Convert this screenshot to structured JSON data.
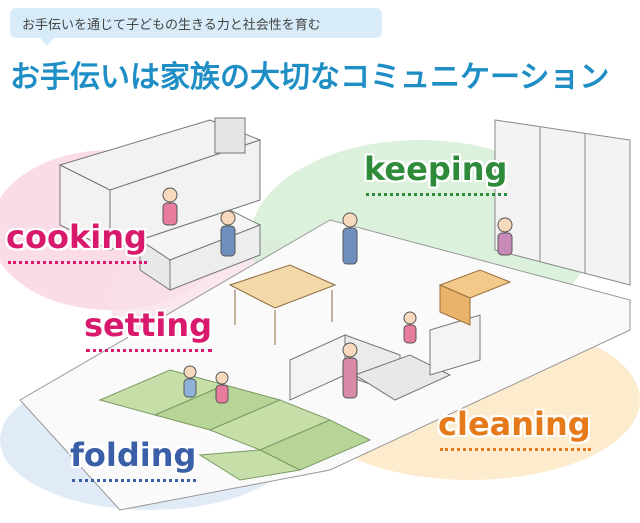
{
  "header": {
    "subtitle": "お手伝いを通じて子どもの生きる力と社会性を育む",
    "title": "お手伝いは家族の大切なコミュニケーション"
  },
  "labels": {
    "cooking": "cooking",
    "setting": "setting",
    "keeping": "keeping",
    "cleaning": "cleaning",
    "folding": "folding"
  },
  "colors": {
    "title": "#1e8ec4",
    "cooking": "#d91a6c",
    "setting": "#d91a6c",
    "keeping": "#2e8b3a",
    "cleaning": "#e57a1a",
    "folding": "#3a5fa8"
  }
}
